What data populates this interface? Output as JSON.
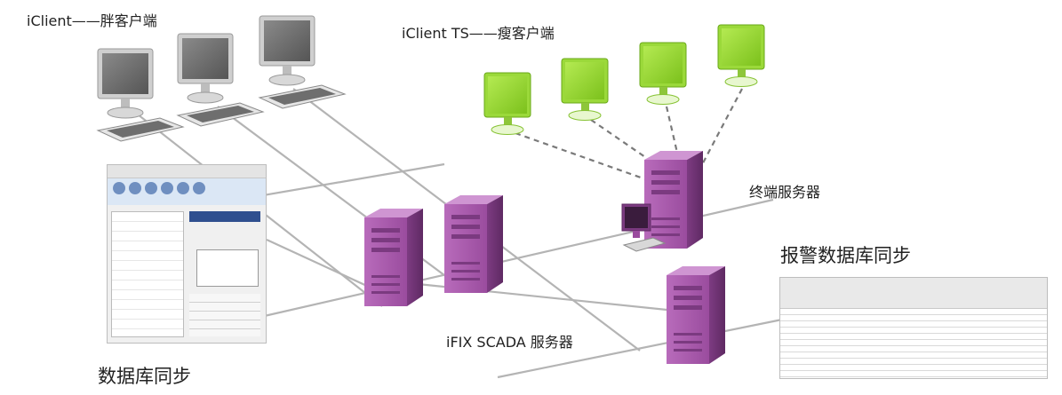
{
  "labels": {
    "thick_client_name": "iClient",
    "thick_client_desc": "胖客户端",
    "thin_client_name": "iClient TS",
    "thin_client_desc": "瘦客户端",
    "terminal_server": "终端服务器",
    "alarm_db_sync": "报警数据库同步",
    "scada_server": "iFIX SCADA 服务器",
    "db_sync": "数据库同步"
  },
  "colors": {
    "network_line": "#b4b4b4",
    "dashed_link": "#7a7a7a",
    "server_purple": "#a455a8",
    "server_purple_dark": "#7b3a80",
    "thin_client_green": "#8fd12a",
    "thick_client_gray": "#7a7a7a"
  },
  "icons": {
    "thick_client": "monitor-keyboard-icon",
    "thin_client": "green-monitor-icon",
    "server": "server-tower-icon",
    "screenshot": "application-window-thumbnail"
  }
}
